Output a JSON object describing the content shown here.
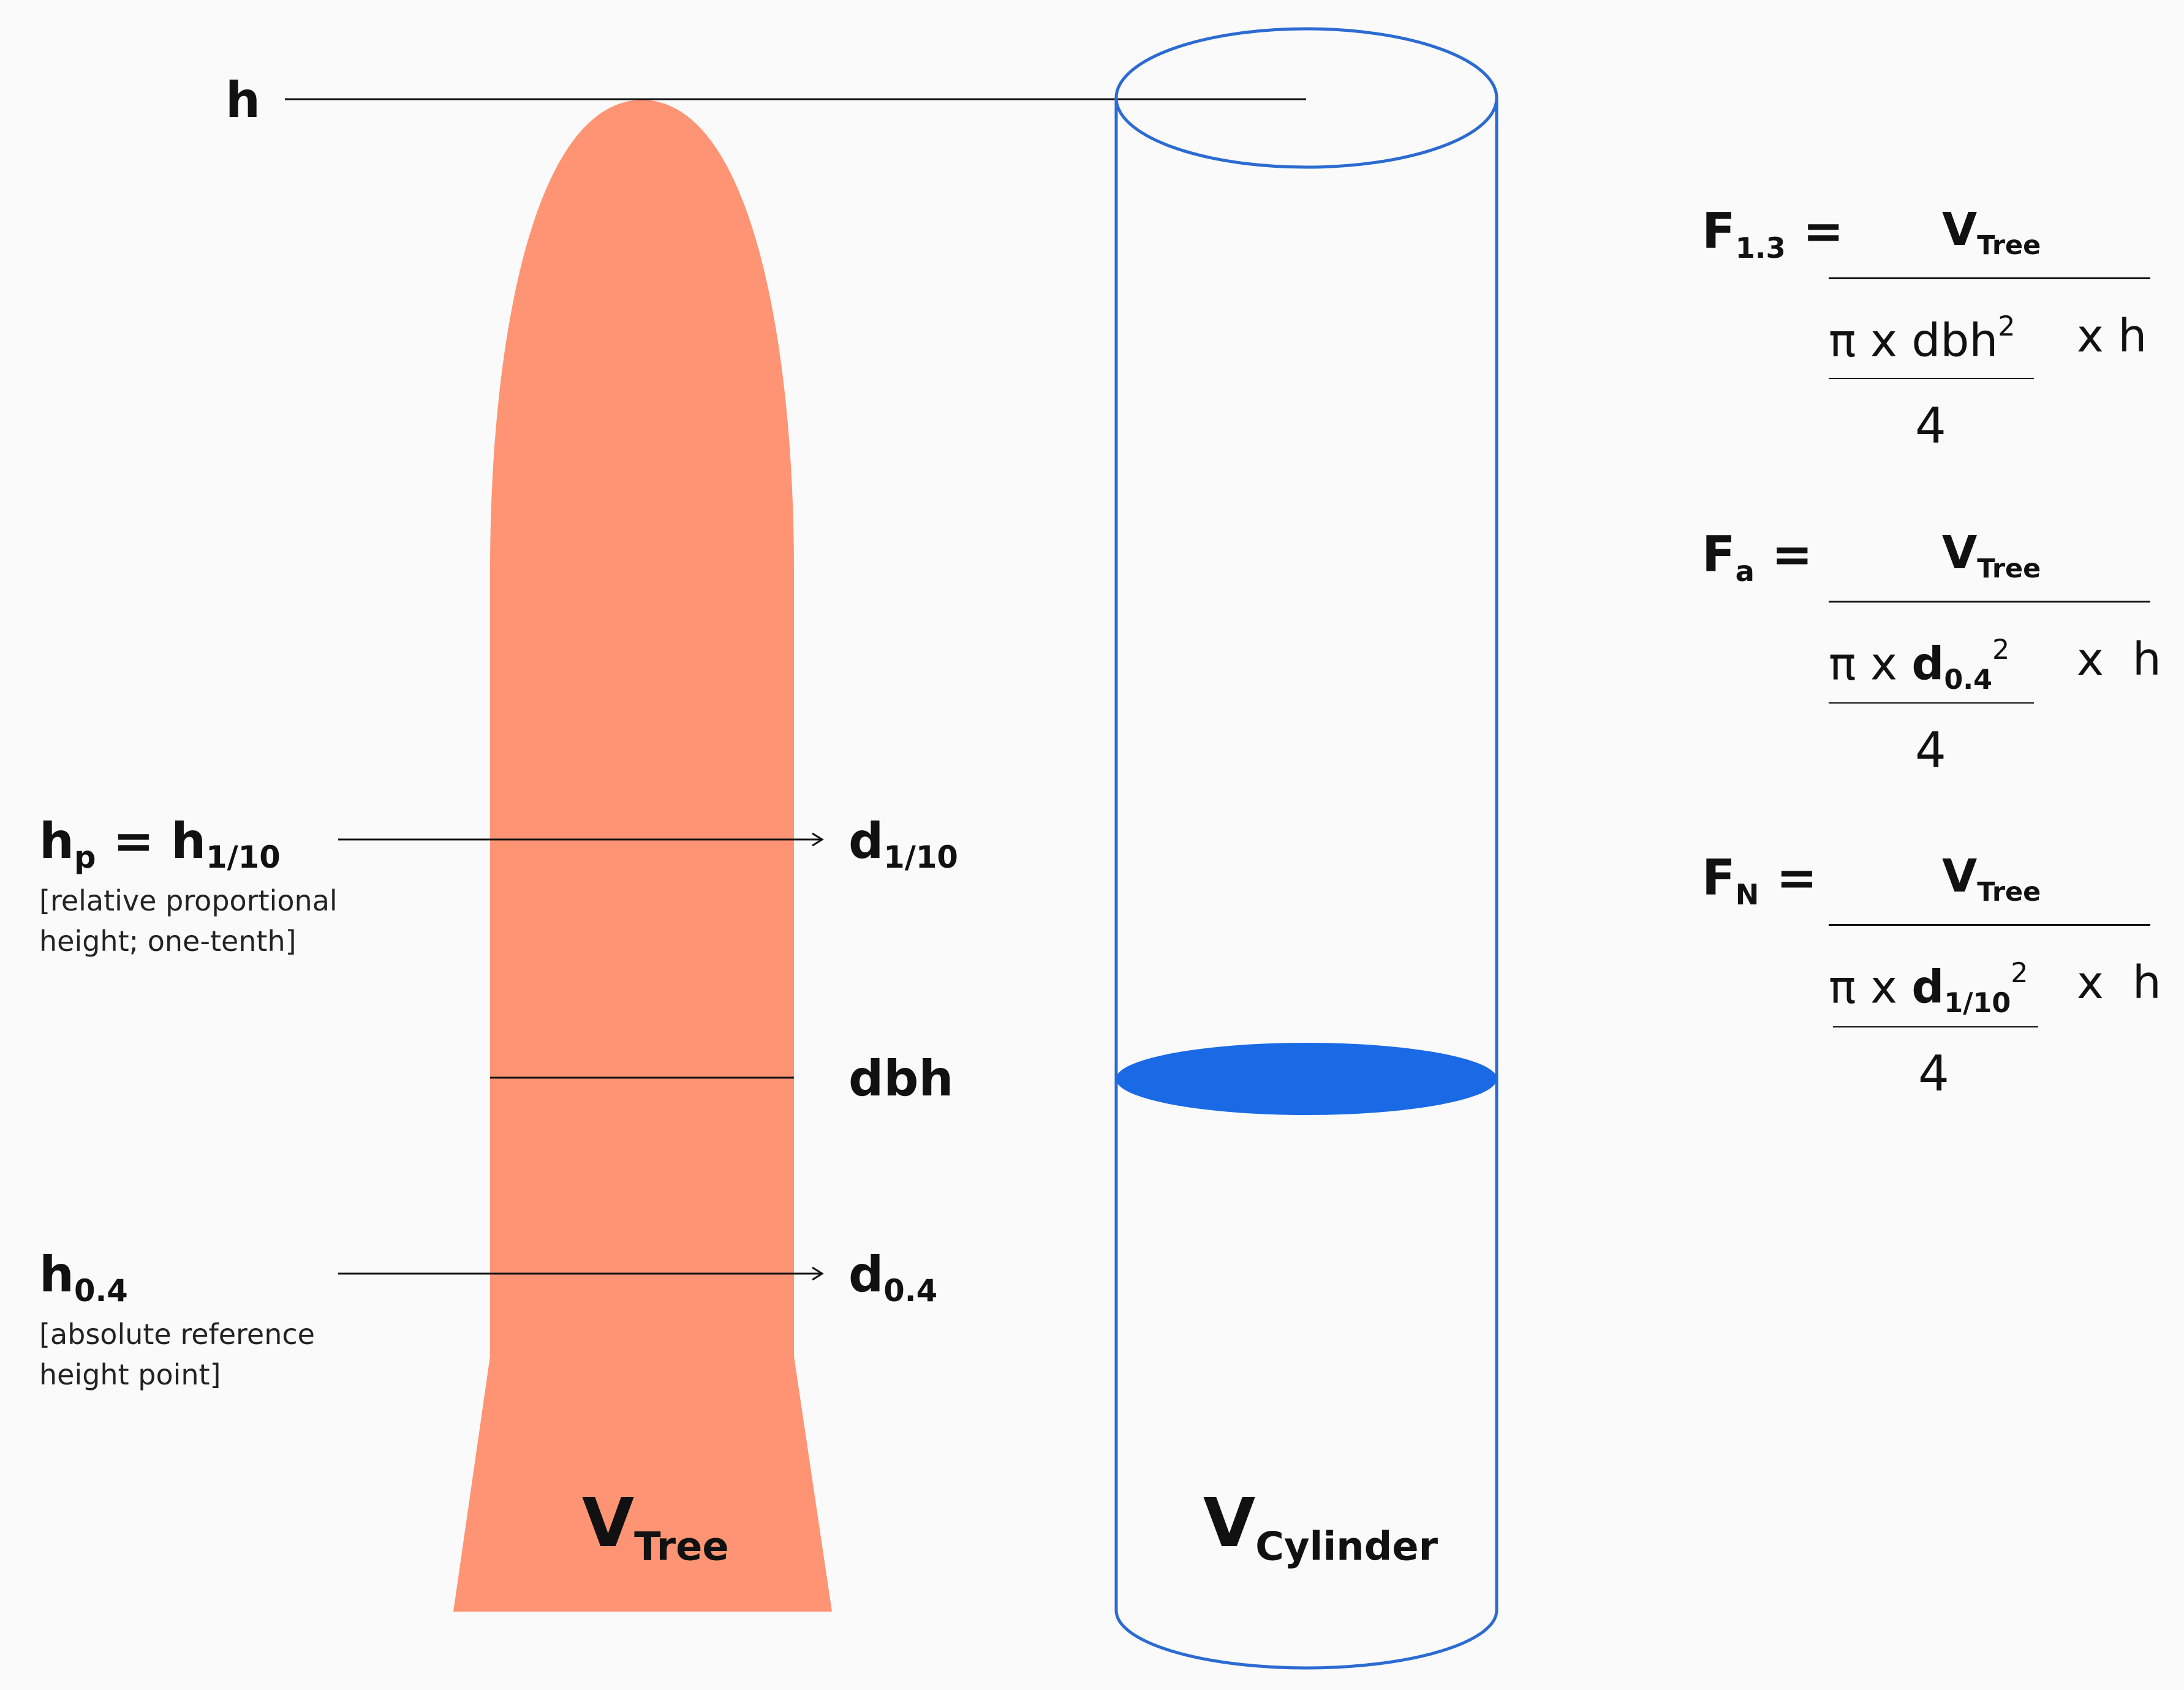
{
  "colors": {
    "tree_fill": "#fe9474",
    "cylinder_stroke": "#2b6bd2",
    "dbh_disk": "#1a6ae6",
    "line": "#111111",
    "background": "#fafafa"
  },
  "left_labels": {
    "h": "h",
    "hp": {
      "main": "h",
      "sub": "p",
      "eq": " = ",
      "main2": "h",
      "sub2": "1/10"
    },
    "hp_note_line1": "[relative proportional",
    "hp_note_line2": "height; one-tenth]",
    "h04": {
      "main": "h",
      "sub": "0.4"
    },
    "h04_note_line1": "[absolute reference",
    "h04_note_line2": "height point]"
  },
  "right_labels": {
    "d110": {
      "main": "d",
      "sub": "1/10"
    },
    "dbh": "dbh",
    "d04": {
      "main": "d",
      "sub": "0.4"
    }
  },
  "shape_labels": {
    "tree": {
      "main": "V",
      "sub": "Tree"
    },
    "cylinder": {
      "main": "V",
      "sub": "Cylinder"
    }
  },
  "formulas": [
    {
      "lhs_main": "F",
      "lhs_sub": "1.3",
      "eq": " =",
      "num_main": "V",
      "num_sub": "Tree",
      "pi": "π",
      "times": "x",
      "diam_main": "dbh",
      "diam_sub": "",
      "sq": "2",
      "times_h": "x h",
      "four": "4"
    },
    {
      "lhs_main": "F",
      "lhs_sub": "a",
      "eq": " =",
      "num_main": "V",
      "num_sub": "Tree",
      "pi": "π",
      "times": "x",
      "diam_main": "d",
      "diam_sub": "0.4",
      "sq": "2",
      "times_h": "x  h",
      "four": "4"
    },
    {
      "lhs_main": "F",
      "lhs_sub": "N",
      "eq": " =",
      "num_main": "V",
      "num_sub": "Tree",
      "pi": "π",
      "times": "x",
      "diam_main": "d",
      "diam_sub": "1/10",
      "sq": "2",
      "times_h": "x  h",
      "four": "4"
    }
  ]
}
